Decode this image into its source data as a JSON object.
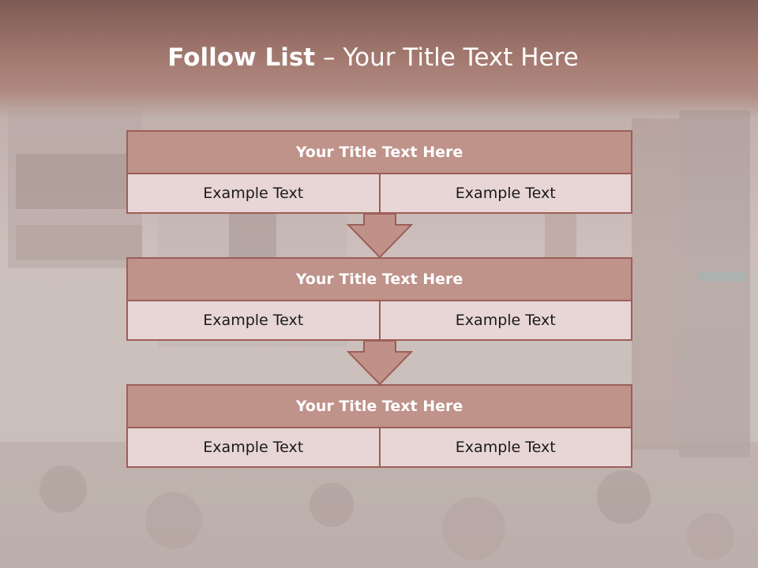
{
  "slide": {
    "title_bold": "Follow List",
    "title_rest": "– Your Title Text Here"
  },
  "steps": [
    {
      "heading": "Your Title Text Here",
      "left": "Example Text",
      "right": "Example Text"
    },
    {
      "heading": "Your Title Text Here",
      "left": "Example Text",
      "right": "Example Text"
    },
    {
      "heading": "Your Title Text Here",
      "left": "Example Text",
      "right": "Example Text"
    }
  ],
  "colors": {
    "accent": "#bf928a",
    "border": "#9c5f57",
    "cell_bg": "#e8d5d5",
    "header_bg": "#7d5a54"
  }
}
